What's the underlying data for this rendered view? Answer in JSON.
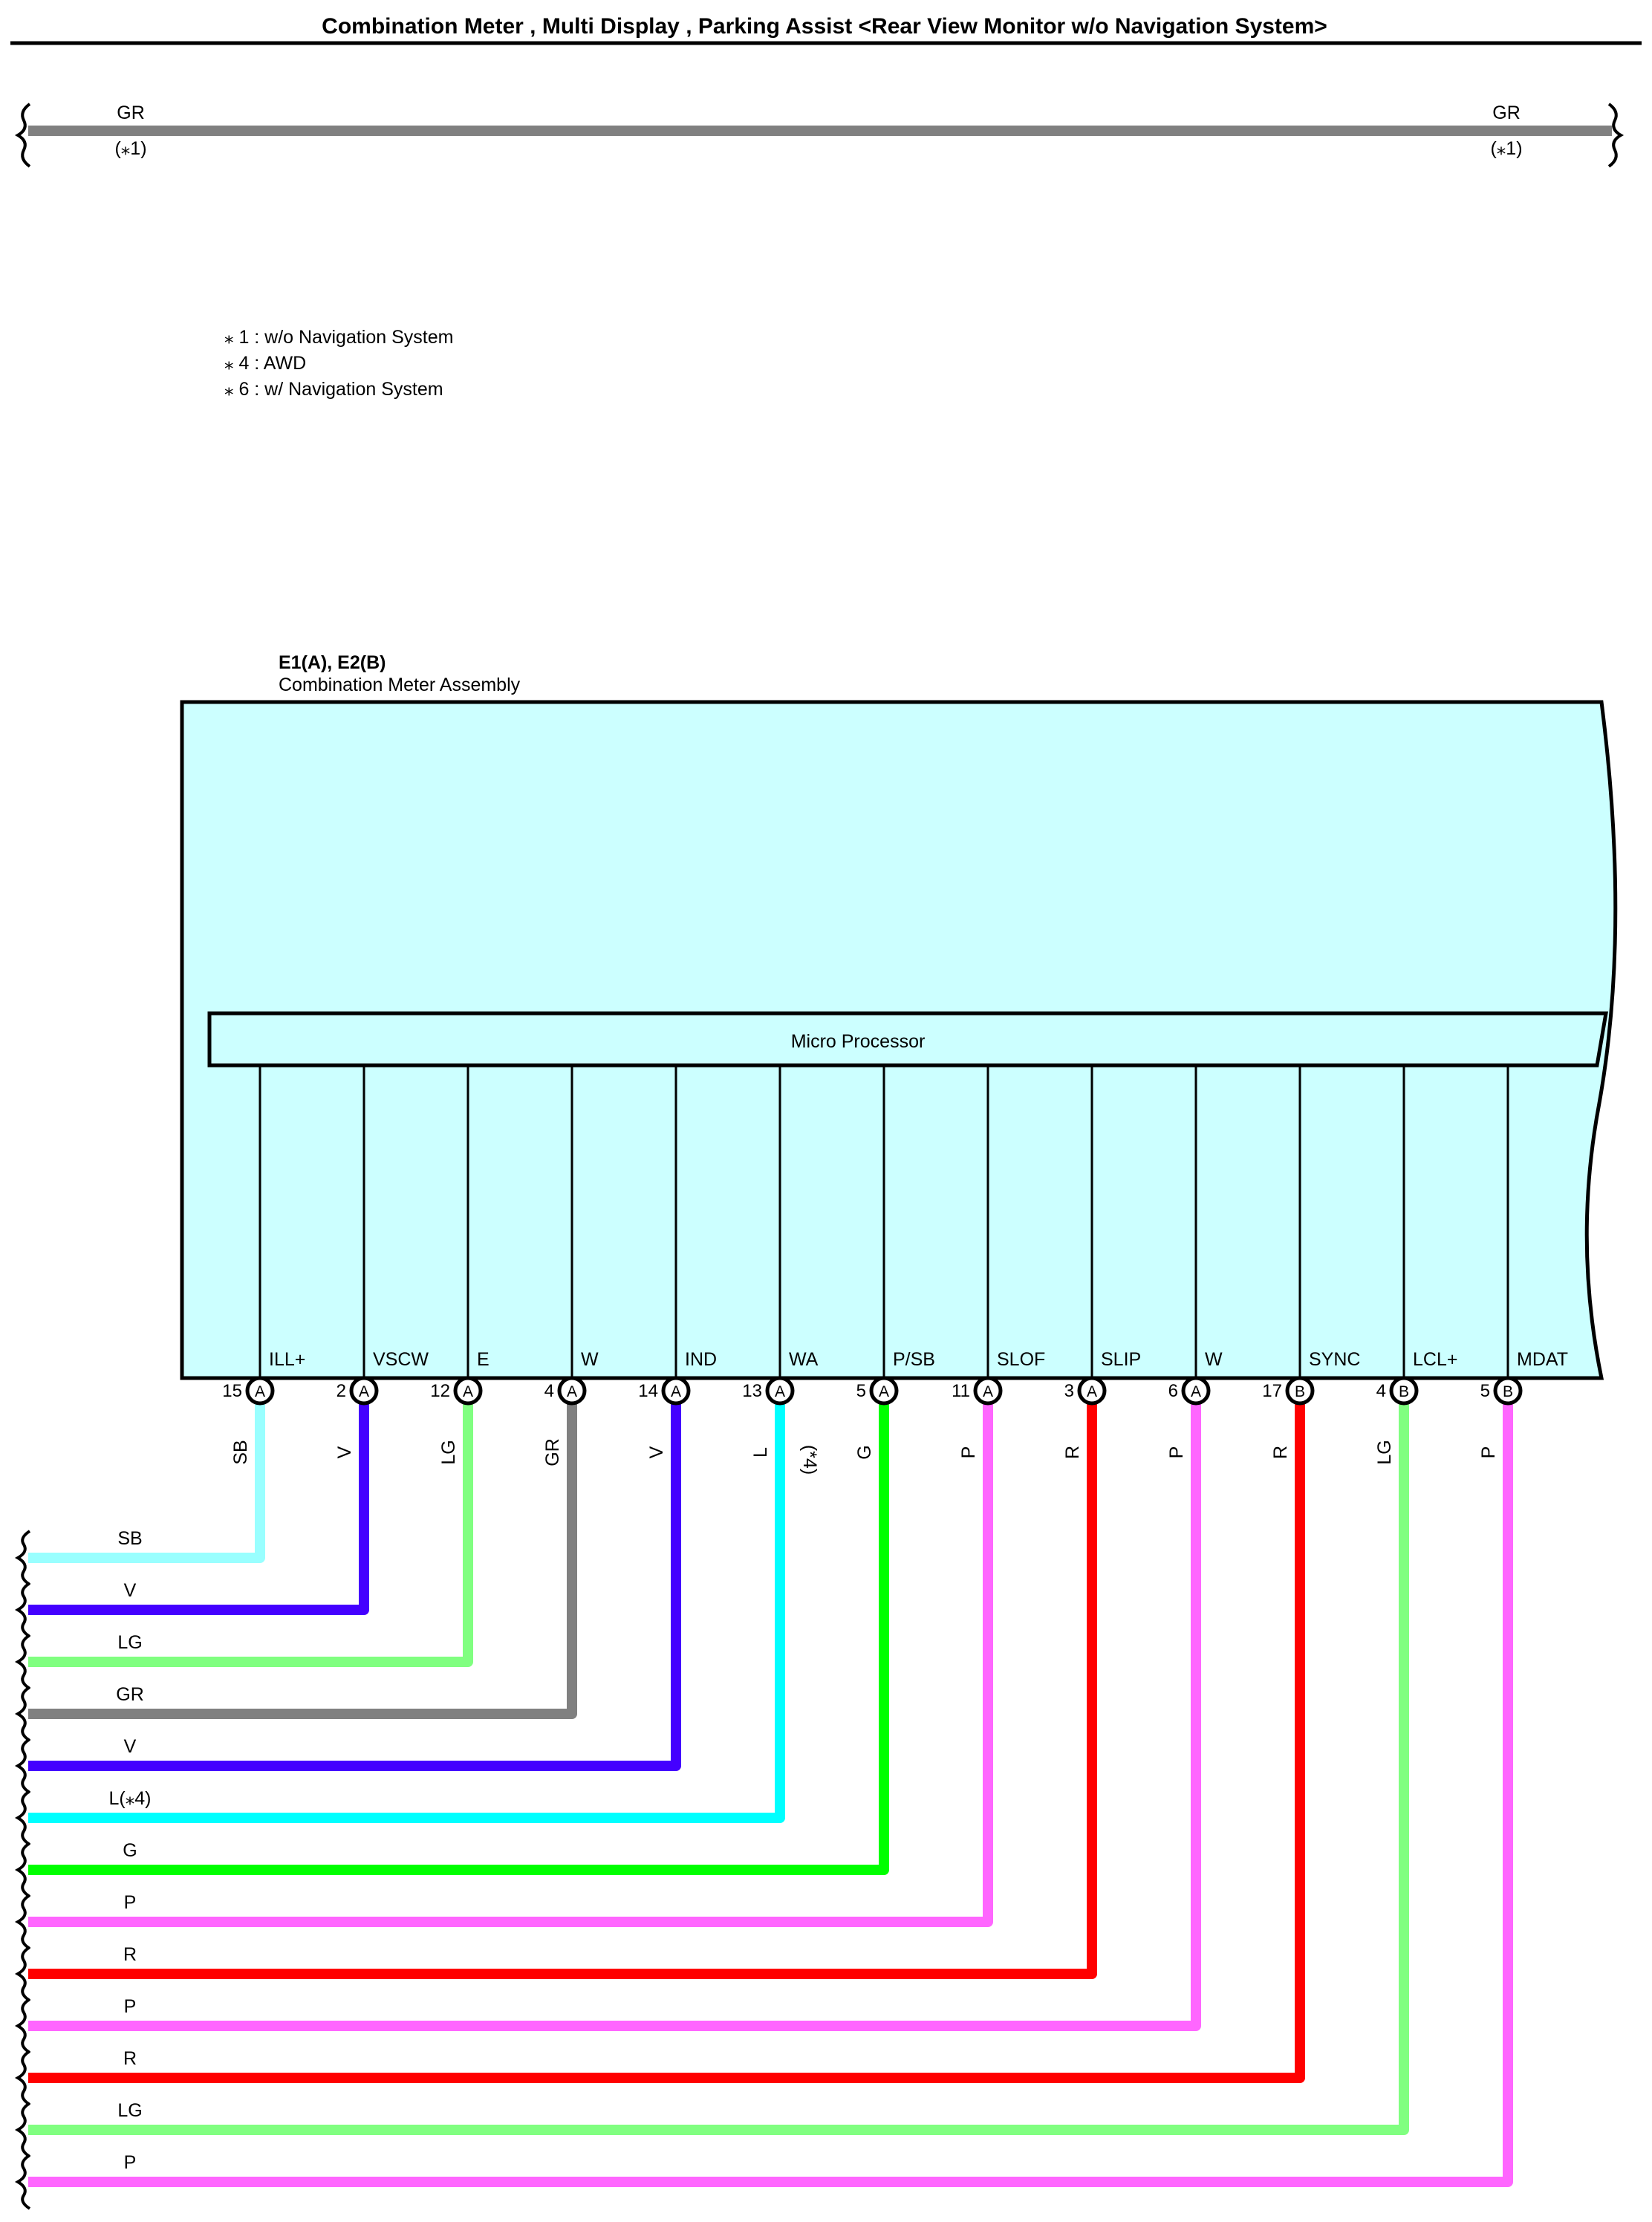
{
  "title": "Combination Meter , Multi Display , Parking Assist <Rear View Monitor w/o Navigation System>",
  "colors": {
    "SB": "#99FFFF",
    "V": "#4400FF",
    "LG": "#80FF80",
    "GR": "#808080",
    "L": "#00FFFF",
    "G": "#00FF00",
    "P": "#FF66FF",
    "R": "#FF0000",
    "component_fill": "#CCFFFF"
  },
  "top_wire": {
    "color": "GR",
    "left_label": "GR",
    "left_note": "(*1)",
    "right_label": "GR",
    "right_note": "(*1)"
  },
  "notes": [
    "* 1 : w/o Navigation System",
    "* 4 : AWD",
    "* 6 : w/ Navigation System"
  ],
  "component": {
    "id": "E1(A), E2(B)",
    "name": "Combination Meter Assembly",
    "processor": "Micro Processor"
  },
  "pins": [
    {
      "terminal": "ILL+",
      "pin": "15",
      "connector": "A",
      "wire": "SB",
      "vertical_note": "",
      "left_label": "SB",
      "color": "SB"
    },
    {
      "terminal": "VSCW",
      "pin": "2",
      "connector": "A",
      "wire": "V",
      "vertical_note": "",
      "left_label": "V",
      "color": "V"
    },
    {
      "terminal": "E",
      "pin": "12",
      "connector": "A",
      "wire": "LG",
      "vertical_note": "",
      "left_label": "LG",
      "color": "LG"
    },
    {
      "terminal": "W",
      "pin": "4",
      "connector": "A",
      "wire": "GR",
      "vertical_note": "",
      "left_label": "GR",
      "color": "GR"
    },
    {
      "terminal": "IND",
      "pin": "14",
      "connector": "A",
      "wire": "V",
      "vertical_note": "",
      "left_label": "V",
      "color": "V"
    },
    {
      "terminal": "WA",
      "pin": "13",
      "connector": "A",
      "wire": "L",
      "vertical_note": "(*4)",
      "left_label": "L(*4)",
      "color": "L"
    },
    {
      "terminal": "P/SB",
      "pin": "5",
      "connector": "A",
      "wire": "G",
      "vertical_note": "",
      "left_label": "G",
      "color": "G"
    },
    {
      "terminal": "SLOF",
      "pin": "11",
      "connector": "A",
      "wire": "P",
      "vertical_note": "",
      "left_label": "P",
      "color": "P"
    },
    {
      "terminal": "SLIP",
      "pin": "3",
      "connector": "A",
      "wire": "R",
      "vertical_note": "",
      "left_label": "R",
      "color": "R"
    },
    {
      "terminal": "W",
      "pin": "6",
      "connector": "A",
      "wire": "P",
      "vertical_note": "",
      "left_label": "P",
      "color": "P"
    },
    {
      "terminal": "SYNC",
      "pin": "17",
      "connector": "B",
      "wire": "R",
      "vertical_note": "",
      "left_label": "R",
      "color": "R"
    },
    {
      "terminal": "LCL+",
      "pin": "4",
      "connector": "B",
      "wire": "LG",
      "vertical_note": "",
      "left_label": "LG",
      "color": "LG"
    },
    {
      "terminal": "MDAT",
      "pin": "5",
      "connector": "B",
      "wire": "P",
      "vertical_note": "",
      "left_label": "P",
      "color": "P"
    }
  ]
}
